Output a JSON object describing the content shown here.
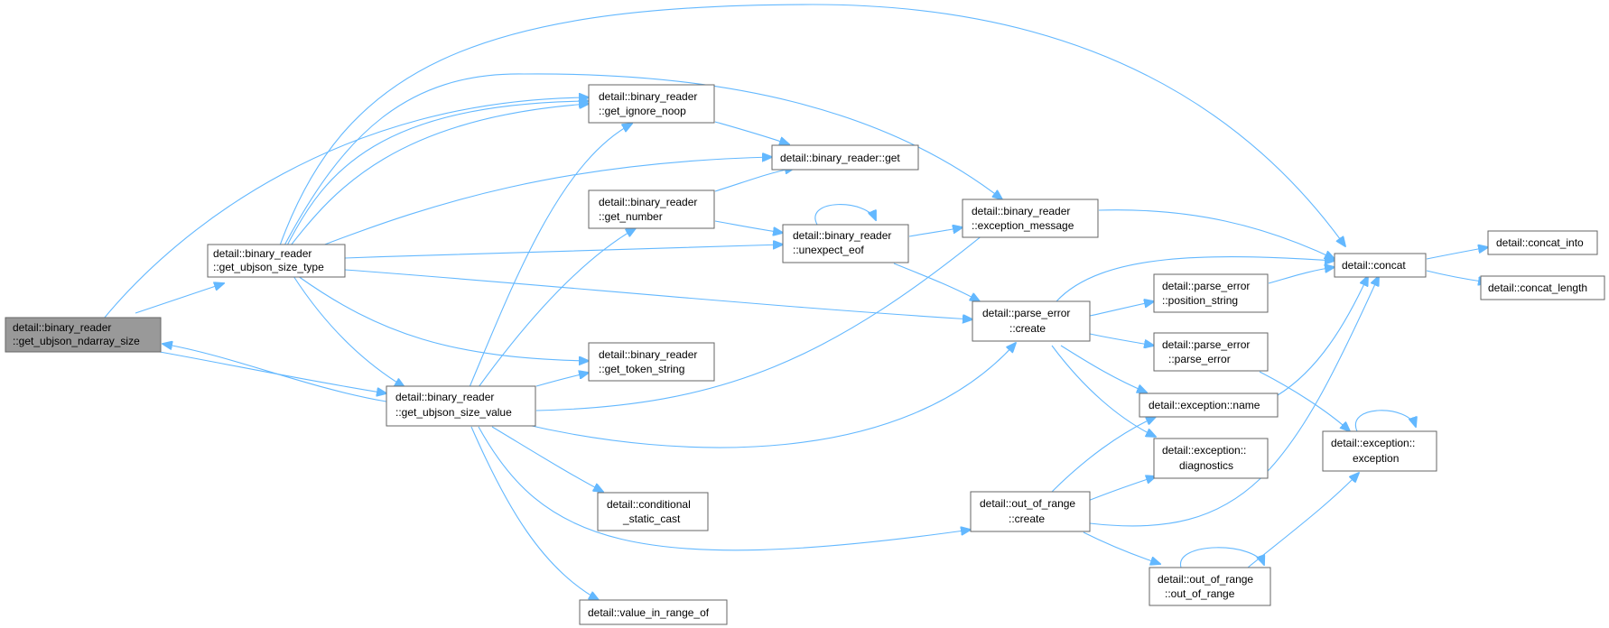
{
  "graph": {
    "colors": {
      "edge": "#63b8ff",
      "node_border": "#666666",
      "root_fill": "#999999",
      "node_fill": "#ffffff"
    },
    "nodes": [
      {
        "id": "n_ndarray",
        "lines": [
          "detail::binary_reader",
          "::get_ubjson_ndarray_size"
        ],
        "root": true
      },
      {
        "id": "n_sizetype",
        "lines": [
          "detail::binary_reader",
          "::get_ubjson_size_type"
        ]
      },
      {
        "id": "n_sizevalue",
        "lines": [
          "detail::binary_reader",
          "::get_ubjson_size_value"
        ]
      },
      {
        "id": "n_ignore",
        "lines": [
          "detail::binary_reader",
          "::get_ignore_noop"
        ]
      },
      {
        "id": "n_get",
        "lines": [
          "detail::binary_reader::get"
        ]
      },
      {
        "id": "n_number",
        "lines": [
          "detail::binary_reader",
          "::get_number"
        ]
      },
      {
        "id": "n_eof",
        "lines": [
          "detail::binary_reader",
          "::unexpect_eof"
        ]
      },
      {
        "id": "n_excmsg",
        "lines": [
          "detail::binary_reader",
          "::exception_message"
        ]
      },
      {
        "id": "n_token",
        "lines": [
          "detail::binary_reader",
          "::get_token_string"
        ]
      },
      {
        "id": "n_condcast",
        "lines": [
          "detail::conditional",
          "_static_cast"
        ]
      },
      {
        "id": "n_inrange",
        "lines": [
          "detail::value_in_range_of"
        ]
      },
      {
        "id": "n_pecreate",
        "lines": [
          "detail::parse_error",
          "::create"
        ]
      },
      {
        "id": "n_oorcreate",
        "lines": [
          "detail::out_of_range",
          "::create"
        ]
      },
      {
        "id": "n_posstr",
        "lines": [
          "detail::parse_error",
          "::position_string"
        ]
      },
      {
        "id": "n_pector",
        "lines": [
          "detail::parse_error",
          "::parse_error"
        ]
      },
      {
        "id": "n_excname",
        "lines": [
          "detail::exception::name"
        ]
      },
      {
        "id": "n_diag",
        "lines": [
          "detail::exception::",
          "diagnostics"
        ]
      },
      {
        "id": "n_oorctor",
        "lines": [
          "detail::out_of_range",
          "::out_of_range"
        ]
      },
      {
        "id": "n_concat",
        "lines": [
          "detail::concat"
        ]
      },
      {
        "id": "n_concatinto",
        "lines": [
          "detail::concat_into"
        ]
      },
      {
        "id": "n_concatlen",
        "lines": [
          "detail::concat_length"
        ]
      },
      {
        "id": "n_excctor",
        "lines": [
          "detail::exception::",
          "exception"
        ]
      }
    ]
  }
}
